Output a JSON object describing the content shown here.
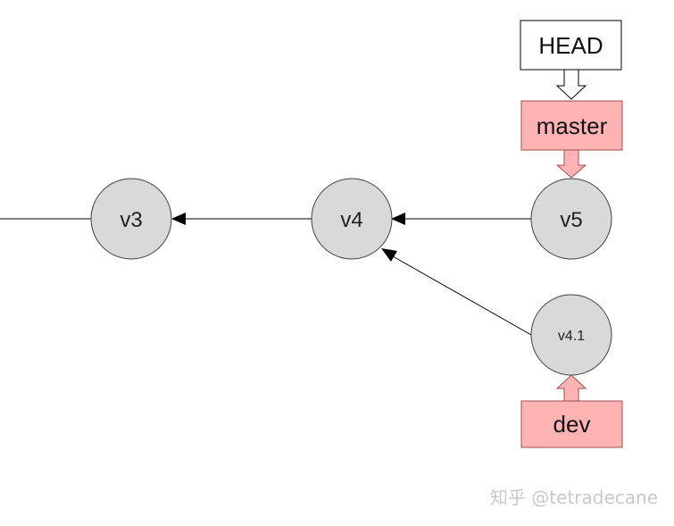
{
  "colors": {
    "node_fill": "#d9d9d9",
    "node_stroke": "#404040",
    "branch_fill": "#ffb3b3",
    "branch_stroke": "#a05050",
    "head_fill": "#ffffff",
    "line": "#000000",
    "watermark": "#c9c9c9"
  },
  "commits": {
    "v3": "v3",
    "v4": "v4",
    "v5": "v5",
    "v41": "v4.1"
  },
  "refs": {
    "head": "HEAD",
    "master": "master",
    "dev": "dev"
  },
  "watermark": "知乎 @tetradecane"
}
